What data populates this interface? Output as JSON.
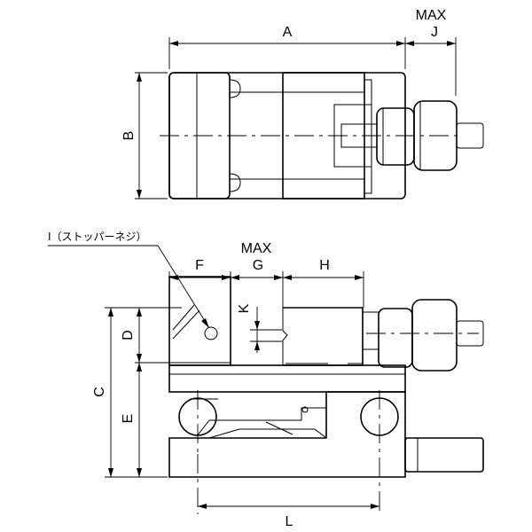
{
  "drawing": {
    "labels": {
      "A": "A",
      "B": "B",
      "C": "C",
      "D": "D",
      "E": "E",
      "F": "F",
      "G": "G",
      "H": "H",
      "J": "J",
      "K": "K",
      "L": "L",
      "max_top": "MAX",
      "max_mid": "MAX"
    },
    "callout": "I（ストッパーネジ）"
  }
}
